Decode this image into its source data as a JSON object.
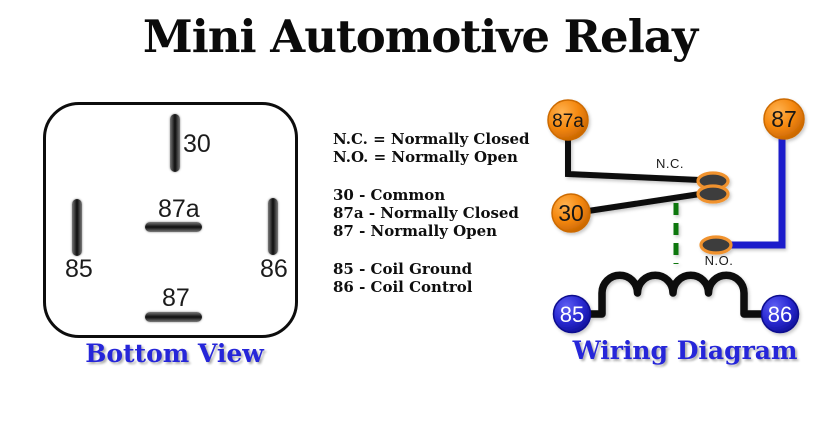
{
  "title": "Mini Automotive Relay",
  "bottom_view": {
    "caption": "Bottom View",
    "pin_labels": {
      "p30": "30",
      "p87a": "87a",
      "p85": "85",
      "p86": "86",
      "p87": "87"
    }
  },
  "legend": {
    "abbreviations": [
      "N.C. = Normally Closed",
      "N.O. = Normally Open"
    ],
    "contacts": [
      "30 - Common",
      "87a - Normally Closed",
      "87 - Normally Open"
    ],
    "coil": [
      "85 - Coil Ground",
      "86 - Coil Control"
    ]
  },
  "wiring_diagram": {
    "caption": "Wiring Diagram",
    "terminals": {
      "t87a": "87a",
      "t87": "87",
      "t30": "30",
      "t85": "85",
      "t86": "86"
    },
    "contact_labels": {
      "nc": "N.C.",
      "no": "N.O."
    },
    "colors": {
      "terminal_orange": "#f5880f",
      "terminal_blue": "#2b2bd4",
      "wire_black": "#0c0c0c",
      "wire_blue": "#1a1acb",
      "coil_link_green": "#117711",
      "contact_fill": "#3e3e3e",
      "contact_rim": "#f0922d",
      "caption_blue": "#2626d9"
    }
  }
}
